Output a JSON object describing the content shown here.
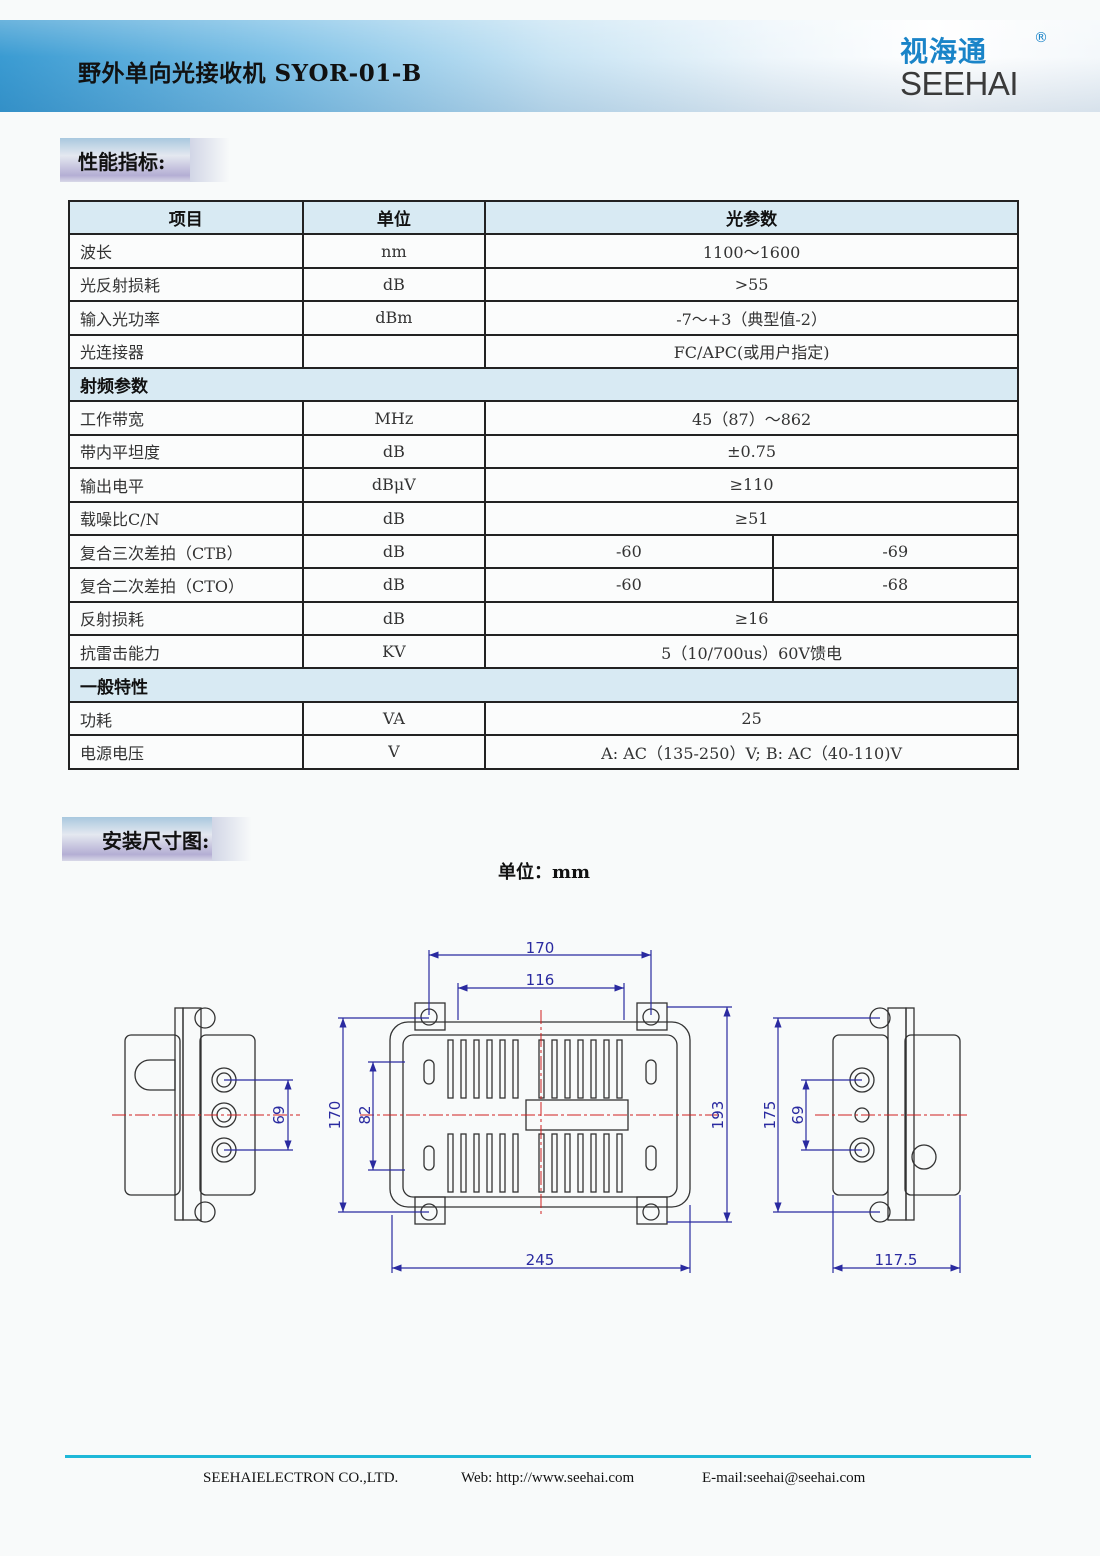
{
  "header": {
    "title": "野外单向光接收机 SYOR-01-B",
    "logo_cn": "视海通",
    "logo_en": "SEEHAI",
    "logo_mark": "®"
  },
  "section_performance": "性能指标:",
  "table": {
    "headers": [
      "项目",
      "单位",
      "光参数"
    ],
    "optical_rows": [
      {
        "item": "波长",
        "unit": "nm",
        "value": "1100～1600"
      },
      {
        "item": "光反射损耗",
        "unit": "dB",
        "value": ">55"
      },
      {
        "item": "输入光功率",
        "unit": "dBm",
        "value": "-7～+3（典型值-2）"
      },
      {
        "item": "光连接器",
        "unit": "",
        "value": "FC/APC(或用户指定)"
      }
    ],
    "group_rf": "射频参数",
    "rf_rows": [
      {
        "item": "工作带宽",
        "unit": "MHz",
        "value": "45（87）～862"
      },
      {
        "item": "带内平坦度",
        "unit": "dB",
        "value": "±0.75"
      },
      {
        "item": "输出电平",
        "unit": "dBμV",
        "value": "≥110"
      },
      {
        "item": "载噪比C/N",
        "unit": "dB",
        "value": "≥51"
      },
      {
        "item": "复合三次差拍（CTB）",
        "unit": "dB",
        "value_a": "-60",
        "value_b": "-69"
      },
      {
        "item": "复合二次差拍（CTO）",
        "unit": "dB",
        "value_a": "-60",
        "value_b": "-68"
      },
      {
        "item": "反射损耗",
        "unit": "dB",
        "value": "≥16"
      },
      {
        "item": "抗雷击能力",
        "unit": "KV",
        "value": "5（10/700us）60V馈电"
      }
    ],
    "group_general": "一般特性",
    "general_rows": [
      {
        "item": "功耗",
        "unit": "VA",
        "value": "25"
      },
      {
        "item": "电源电压",
        "unit": "V",
        "value": "A: AC（135-250）V; B: AC（40-110)V"
      }
    ]
  },
  "section_dimensions": "安装尺寸图:",
  "unit_label": "单位：mm",
  "drawing": {
    "dims": {
      "top_width": "170",
      "inner_width": "116",
      "left_height": "170",
      "inner_height": "82",
      "right_height": "193",
      "length": "245",
      "side_spacing_left": "69",
      "side_height": "175",
      "side_spacing_right": "69",
      "side_depth": "117.5"
    },
    "colors": {
      "dimension": "#2a2aa0",
      "centerline": "#d02020",
      "outline": "#333333"
    }
  },
  "footer": {
    "company": "SEEHAIELECTRON CO.,LTD.",
    "web": "Web: http://www.seehai.com",
    "email": "E-mail:seehai@seehai.com"
  }
}
